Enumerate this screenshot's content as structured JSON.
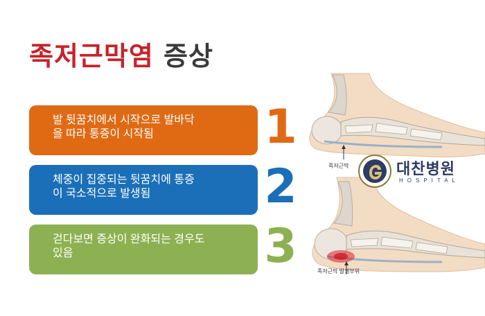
{
  "title": {
    "part1": "족저근막염",
    "part2": "증상"
  },
  "cards": [
    {
      "lines": [
        "발 뒷꿈치에서 시작으로 발바닥",
        "을 따라 통증이 시작됨"
      ],
      "number": "1",
      "color": "#e06a14"
    },
    {
      "lines": [
        "체중이 집중되는 뒷꿈치에 통증",
        "이 국소적으로 발생됨"
      ],
      "number": "2",
      "color": "#1b6fb8"
    },
    {
      "lines": [
        "걷다보면 증상이 완화되는 경우도",
        "있음"
      ],
      "number": "3",
      "color": "#8db152"
    }
  ],
  "illustration": {
    "caption_top": "족저근막",
    "caption_bottom": "족저근막 발생부위"
  },
  "logo": {
    "name": "대찬병원",
    "sub": "HOSPITAL"
  }
}
